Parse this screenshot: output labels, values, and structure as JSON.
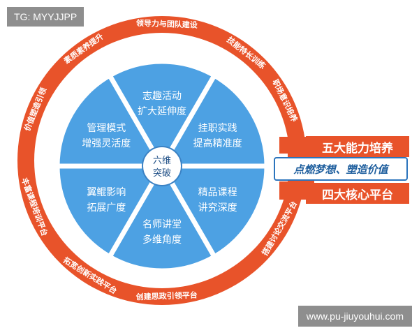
{
  "corner_tag": "TG: MYYJJPP",
  "watermark": "www.pu-jiuyouhui.com",
  "center": {
    "line1": "六维",
    "line2": "突破"
  },
  "segments": [
    {
      "line1": "志趣活动",
      "line2": "扩大延伸度"
    },
    {
      "line1": "挂职实践",
      "line2": "提高精准度"
    },
    {
      "line1": "精品课程",
      "line2": "讲究深度"
    },
    {
      "line1": "名师讲堂",
      "line2": "多维角度"
    },
    {
      "line1": "翼鲲影响",
      "line2": "拓展广度"
    },
    {
      "line1": "管理模式",
      "line2": "增强灵活度"
    }
  ],
  "ring_labels": [
    "价值塑造引领",
    "素质素养提升",
    "领导力与团队建设",
    "技能特长训练",
    "职场意识培养",
    "搭建讨论交流平台",
    "创建思政引领平台",
    "拓宽创新实践平台",
    "丰富课程培训平台"
  ],
  "right_panel": {
    "top_title": "五大能力培养",
    "slogan": "点燃梦想、塑造价值",
    "bottom_title": "四大核心平台"
  },
  "colors": {
    "ring": "#e8532a",
    "segment": "#4da1e3",
    "separator": "#ffffff",
    "center_border": "#3b82c4",
    "slogan_border": "#2b74bd"
  }
}
